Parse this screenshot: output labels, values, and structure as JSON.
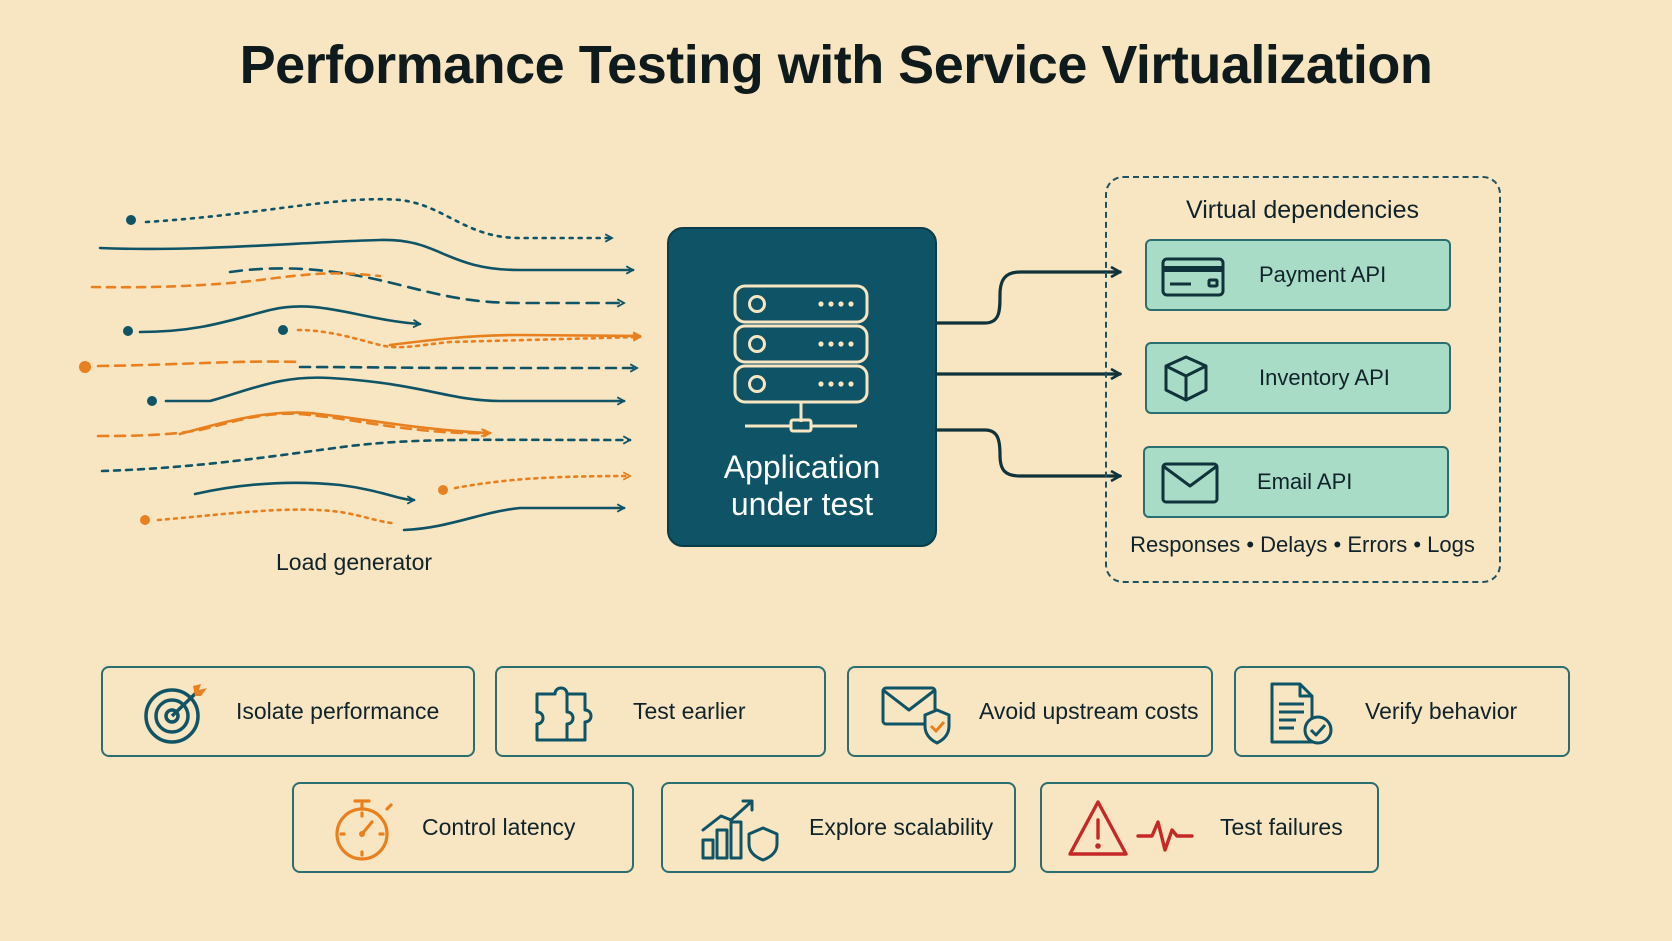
{
  "title": "Performance Testing with Service Virtualization",
  "load_generator": {
    "label": "Load generator"
  },
  "app": {
    "label_line1": "Application",
    "label_line2": "under test"
  },
  "virtual_dependencies": {
    "title": "Virtual dependencies",
    "apis": [
      {
        "label": "Payment API",
        "icon": "credit-card-icon"
      },
      {
        "label": "Inventory API",
        "icon": "box-icon"
      },
      {
        "label": "Email API",
        "icon": "envelope-icon"
      }
    ],
    "footer": "Responses • Delays • Errors • Logs"
  },
  "benefits": [
    {
      "label": "Isolate performance",
      "icon": "target-icon"
    },
    {
      "label": "Test earlier",
      "icon": "puzzle-icon"
    },
    {
      "label": "Avoid upstream costs",
      "icon": "mail-shield-icon"
    },
    {
      "label": "Verify behavior",
      "icon": "document-check-icon"
    },
    {
      "label": "Control latency",
      "icon": "stopwatch-icon"
    },
    {
      "label": "Explore scalability",
      "icon": "chart-shield-icon"
    },
    {
      "label": "Test failures",
      "icon": "warning-pulse-icon"
    }
  ],
  "colors": {
    "background": "#f8e5c1",
    "teal": "#0e5466",
    "orange": "#e8801f",
    "api_fill": "#a9dcc6",
    "alert_red": "#c62828"
  }
}
